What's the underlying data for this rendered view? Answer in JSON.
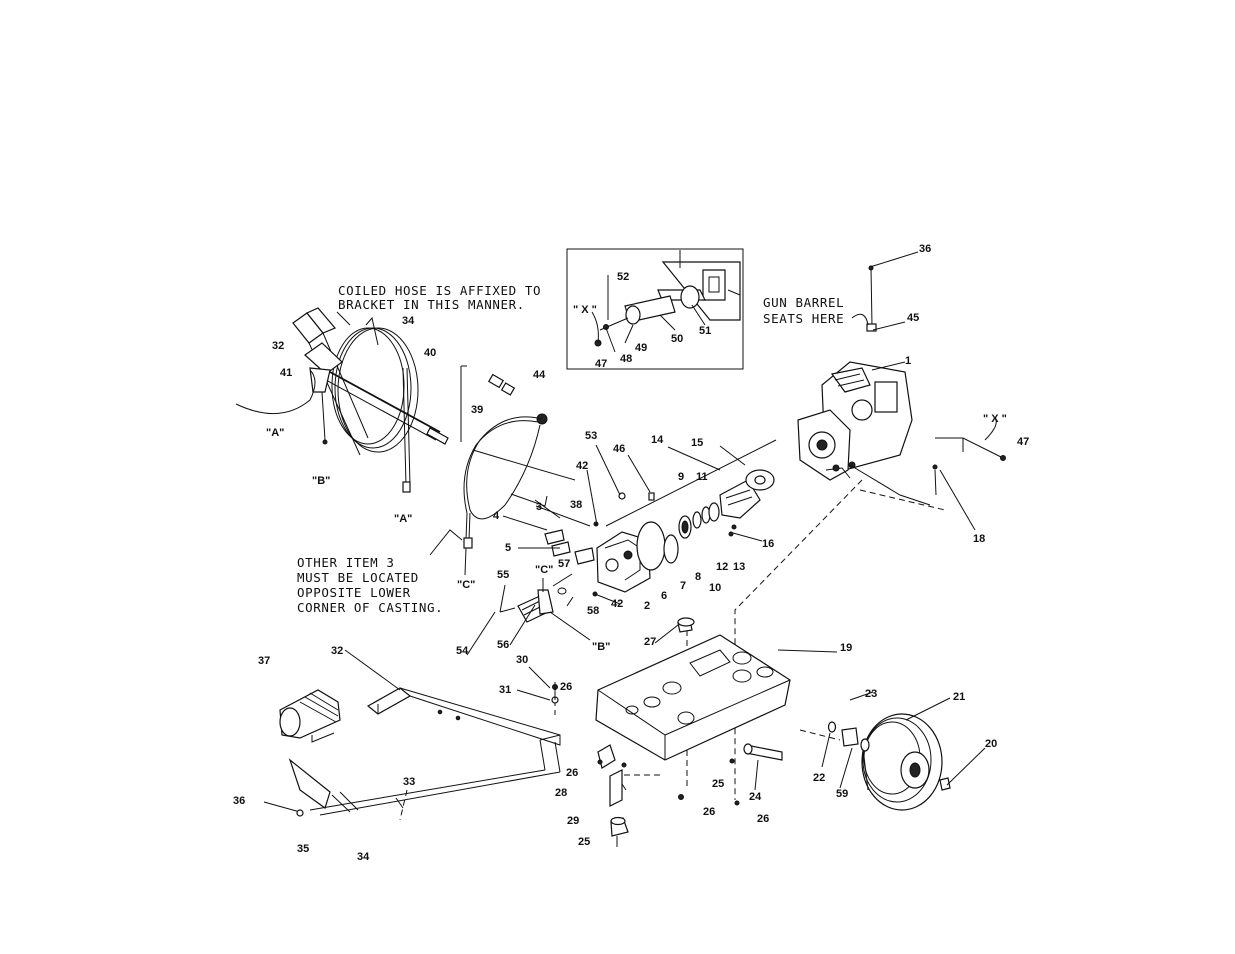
{
  "notes": {
    "coiled_hose": [
      "COILED HOSE IS AFFIXED TO",
      "BRACKET IN THIS MANNER."
    ],
    "gun_barrel": [
      "GUN BARREL",
      "SEATS HERE"
    ],
    "other_item": [
      "OTHER ITEM 3",
      "MUST BE LOCATED",
      "OPPOSITE LOWER",
      "CORNER OF CASTING."
    ]
  },
  "markers": {
    "a_top": "\"A\"",
    "b_top": "\"B\"",
    "a_hose": "\"A\"",
    "c_hose": "\"C\"",
    "c_valve": "\"C\"",
    "b_valve": "\"B\"",
    "x_inset": "\" X \"",
    "x_right": "\" X \""
  },
  "callouts": {
    "p1": "1",
    "p2": "2",
    "p3": "3",
    "p4": "4",
    "p5": "5",
    "p6": "6",
    "p7": "7",
    "p8": "8",
    "p9": "9",
    "p10": "10",
    "p11": "11",
    "p12": "12",
    "p13": "13",
    "p14": "14",
    "p15": "15",
    "p16": "16",
    "p18": "18",
    "p19": "19",
    "p20": "20",
    "p21": "21",
    "p22": "22",
    "p23": "23",
    "p24": "24",
    "p25a": "25",
    "p25b": "25",
    "p26a": "26",
    "p26b": "26",
    "p26c": "26",
    "p26d": "26",
    "p27": "27",
    "p28": "28",
    "p29": "29",
    "p30": "30",
    "p31": "31",
    "p32a": "32",
    "p32b": "32",
    "p33": "33",
    "p34a": "34",
    "p34b": "34",
    "p35": "35",
    "p36a": "36",
    "p36b": "36",
    "p37": "37",
    "p38": "38",
    "p39": "39",
    "p40": "40",
    "p41": "41",
    "p42a": "42",
    "p42b": "42",
    "p44": "44",
    "p45": "45",
    "p46": "46",
    "p47a": "47",
    "p47b": "47",
    "p48": "48",
    "p49": "49",
    "p50": "50",
    "p51": "51",
    "p52": "52",
    "p53": "53",
    "p54": "54",
    "p55": "55",
    "p56": "56",
    "p57": "57",
    "p58": "58",
    "p59": "59"
  }
}
